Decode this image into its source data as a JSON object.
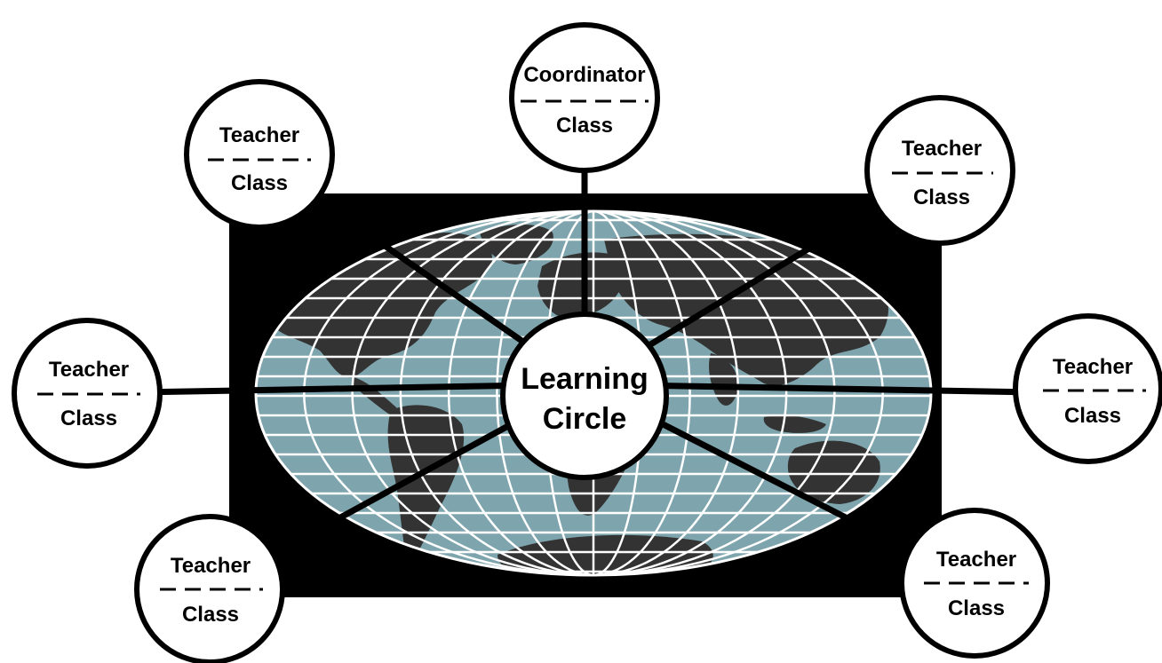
{
  "colors": {
    "background": "#ffffff",
    "frame": "#000000",
    "ocean": "#7ea5ad",
    "land": "#333333",
    "graticule": "#ffffff",
    "connector": "#000000",
    "node_fill": "#ffffff",
    "node_stroke": "#000000"
  },
  "hub": {
    "line1": "Learning",
    "line2": "Circle"
  },
  "nodes": [
    {
      "id": "coordinator",
      "role": "Coordinator",
      "group": "Class"
    },
    {
      "id": "teacher-top-left",
      "role": "Teacher",
      "group": "Class"
    },
    {
      "id": "teacher-top-right",
      "role": "Teacher",
      "group": "Class"
    },
    {
      "id": "teacher-mid-left",
      "role": "Teacher",
      "group": "Class"
    },
    {
      "id": "teacher-mid-right",
      "role": "Teacher",
      "group": "Class"
    },
    {
      "id": "teacher-bottom-left",
      "role": "Teacher",
      "group": "Class"
    },
    {
      "id": "teacher-bottom-right",
      "role": "Teacher",
      "group": "Class"
    }
  ],
  "icons": {
    "background": "world-map-icon"
  }
}
